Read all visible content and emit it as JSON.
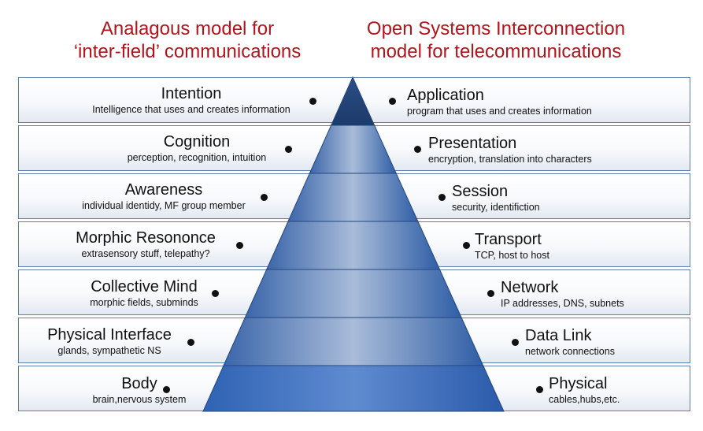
{
  "headers": {
    "left_line1": "Analagous model for",
    "left_line2": "‘inter-field’ communications",
    "right_line1": "Open Systems Interconnection",
    "right_line2": "model for telecommunications"
  },
  "layers": [
    {
      "left_title": "Intention",
      "left_sub": "Intelligence that uses and creates information",
      "right_title": "Application",
      "right_sub": "program that uses and creates information"
    },
    {
      "left_title": "Cognition",
      "left_sub": "perception, recognition, intuition",
      "right_title": "Presentation",
      "right_sub": "encryption, translation into characters"
    },
    {
      "left_title": "Awareness",
      "left_sub": "individual identidy, MF group member",
      "right_title": "Session",
      "right_sub": "security, identifiction"
    },
    {
      "left_title": "Morphic Resononce",
      "left_sub": "extrasensory stuff, telepathy?",
      "right_title": "Transport",
      "right_sub": "TCP, host to host"
    },
    {
      "left_title": "Collective Mind",
      "left_sub": "morphic fields, subminds",
      "right_title": "Network",
      "right_sub": "IP addresses, DNS, subnets"
    },
    {
      "left_title": "Physical Interface",
      "left_sub": "glands, sympathetic NS",
      "right_title": "Data Link",
      "right_sub": "network connections"
    },
    {
      "left_title": "Body",
      "left_sub": "brain,nervous system",
      "right_title": "Physical",
      "right_sub": "cables,hubs,etc."
    }
  ],
  "colors": {
    "header": "#b1151c",
    "band_border": "#5d7eaf",
    "pyramid_top": "#1f3f73",
    "pyramid_bottom": "#3a6fc0"
  }
}
